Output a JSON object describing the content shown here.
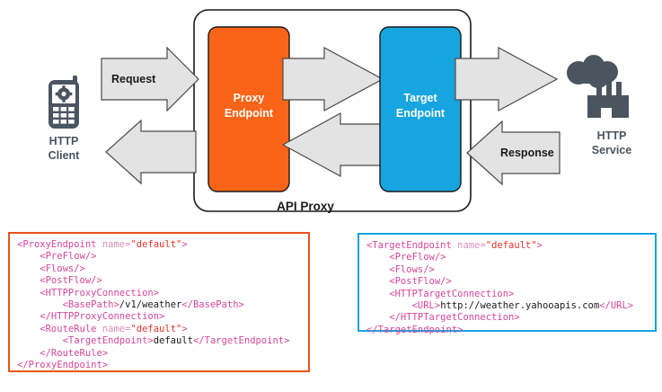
{
  "diagram": {
    "title": "API Proxy",
    "container_label": "API Proxy",
    "nodes": {
      "client": {
        "name": "http-client",
        "line1": "HTTP",
        "line2": "Client",
        "icon": "mobile-phone-gear-icon",
        "color": "#4a5560"
      },
      "proxy_endpoint": {
        "line1": "Proxy",
        "line2": "Endpoint",
        "color": "#fa6418"
      },
      "target_endpoint": {
        "line1": "Target",
        "line2": "Endpoint",
        "color": "#16a5de"
      },
      "service": {
        "name": "http-service",
        "line1": "HTTP",
        "line2": "Service",
        "icon": "cloud-factory-icon",
        "color": "#4a5560"
      }
    },
    "arrows": {
      "request": "Request",
      "response": "Response",
      "fill": "#e3e3e3",
      "stroke": "#4a4a4a"
    }
  },
  "code_blocks": [
    {
      "id": "proxy-endpoint-config",
      "border_color": "#e8541a",
      "lines": [
        [
          {
            "t": "<ProxyEndpoint ",
            "c": "tg"
          },
          {
            "t": "name=",
            "c": "at"
          },
          {
            "t": "\"default\"",
            "c": "va"
          },
          {
            "t": ">",
            "c": "tg"
          }
        ],
        [
          {
            "t": "    <PreFlow/>",
            "c": "tg"
          }
        ],
        [
          {
            "t": "    <Flows/>",
            "c": "tg"
          }
        ],
        [
          {
            "t": "    <PostFlow/>",
            "c": "tg"
          }
        ],
        [
          {
            "t": "    <HTTPProxyConnection>",
            "c": "tg"
          }
        ],
        [
          {
            "t": "        <BasePath>",
            "c": "tg"
          },
          {
            "t": "/v1/weather",
            "c": "tx"
          },
          {
            "t": "</BasePath>",
            "c": "tg"
          }
        ],
        [
          {
            "t": "    </HTTPProxyConnection>",
            "c": "tg"
          }
        ],
        [
          {
            "t": "    <RouteRule ",
            "c": "tg"
          },
          {
            "t": "name=",
            "c": "at"
          },
          {
            "t": "\"default\"",
            "c": "va"
          },
          {
            "t": ">",
            "c": "tg"
          }
        ],
        [
          {
            "t": "        <TargetEndpoint>",
            "c": "tg"
          },
          {
            "t": "default",
            "c": "tx"
          },
          {
            "t": "</TargetEndpoint>",
            "c": "tg"
          }
        ],
        [
          {
            "t": "    </RouteRule>",
            "c": "tg"
          }
        ],
        [
          {
            "t": "</ProxyEndpoint>",
            "c": "tg"
          }
        ]
      ]
    },
    {
      "id": "target-endpoint-config",
      "border_color": "#16a5de",
      "lines": [
        [
          {
            "t": "<TargetEndpoint ",
            "c": "tg"
          },
          {
            "t": "name=",
            "c": "at"
          },
          {
            "t": "\"default\"",
            "c": "va"
          },
          {
            "t": ">",
            "c": "tg"
          }
        ],
        [
          {
            "t": "    <PreFlow/>",
            "c": "tg"
          }
        ],
        [
          {
            "t": "    <Flows/>",
            "c": "tg"
          }
        ],
        [
          {
            "t": "    <PostFlow/>",
            "c": "tg"
          }
        ],
        [
          {
            "t": "    <HTTPTargetConnection>",
            "c": "tg"
          }
        ],
        [
          {
            "t": "        <URL>",
            "c": "tg"
          },
          {
            "t": "http://weather.yahooapis.com",
            "c": "tx"
          },
          {
            "t": "</URL>",
            "c": "tg"
          }
        ],
        [
          {
            "t": "    </HTTPTargetConnection>",
            "c": "tg"
          }
        ],
        [
          {
            "t": "</TargetEndpoint>",
            "c": "tg"
          }
        ]
      ]
    }
  ]
}
